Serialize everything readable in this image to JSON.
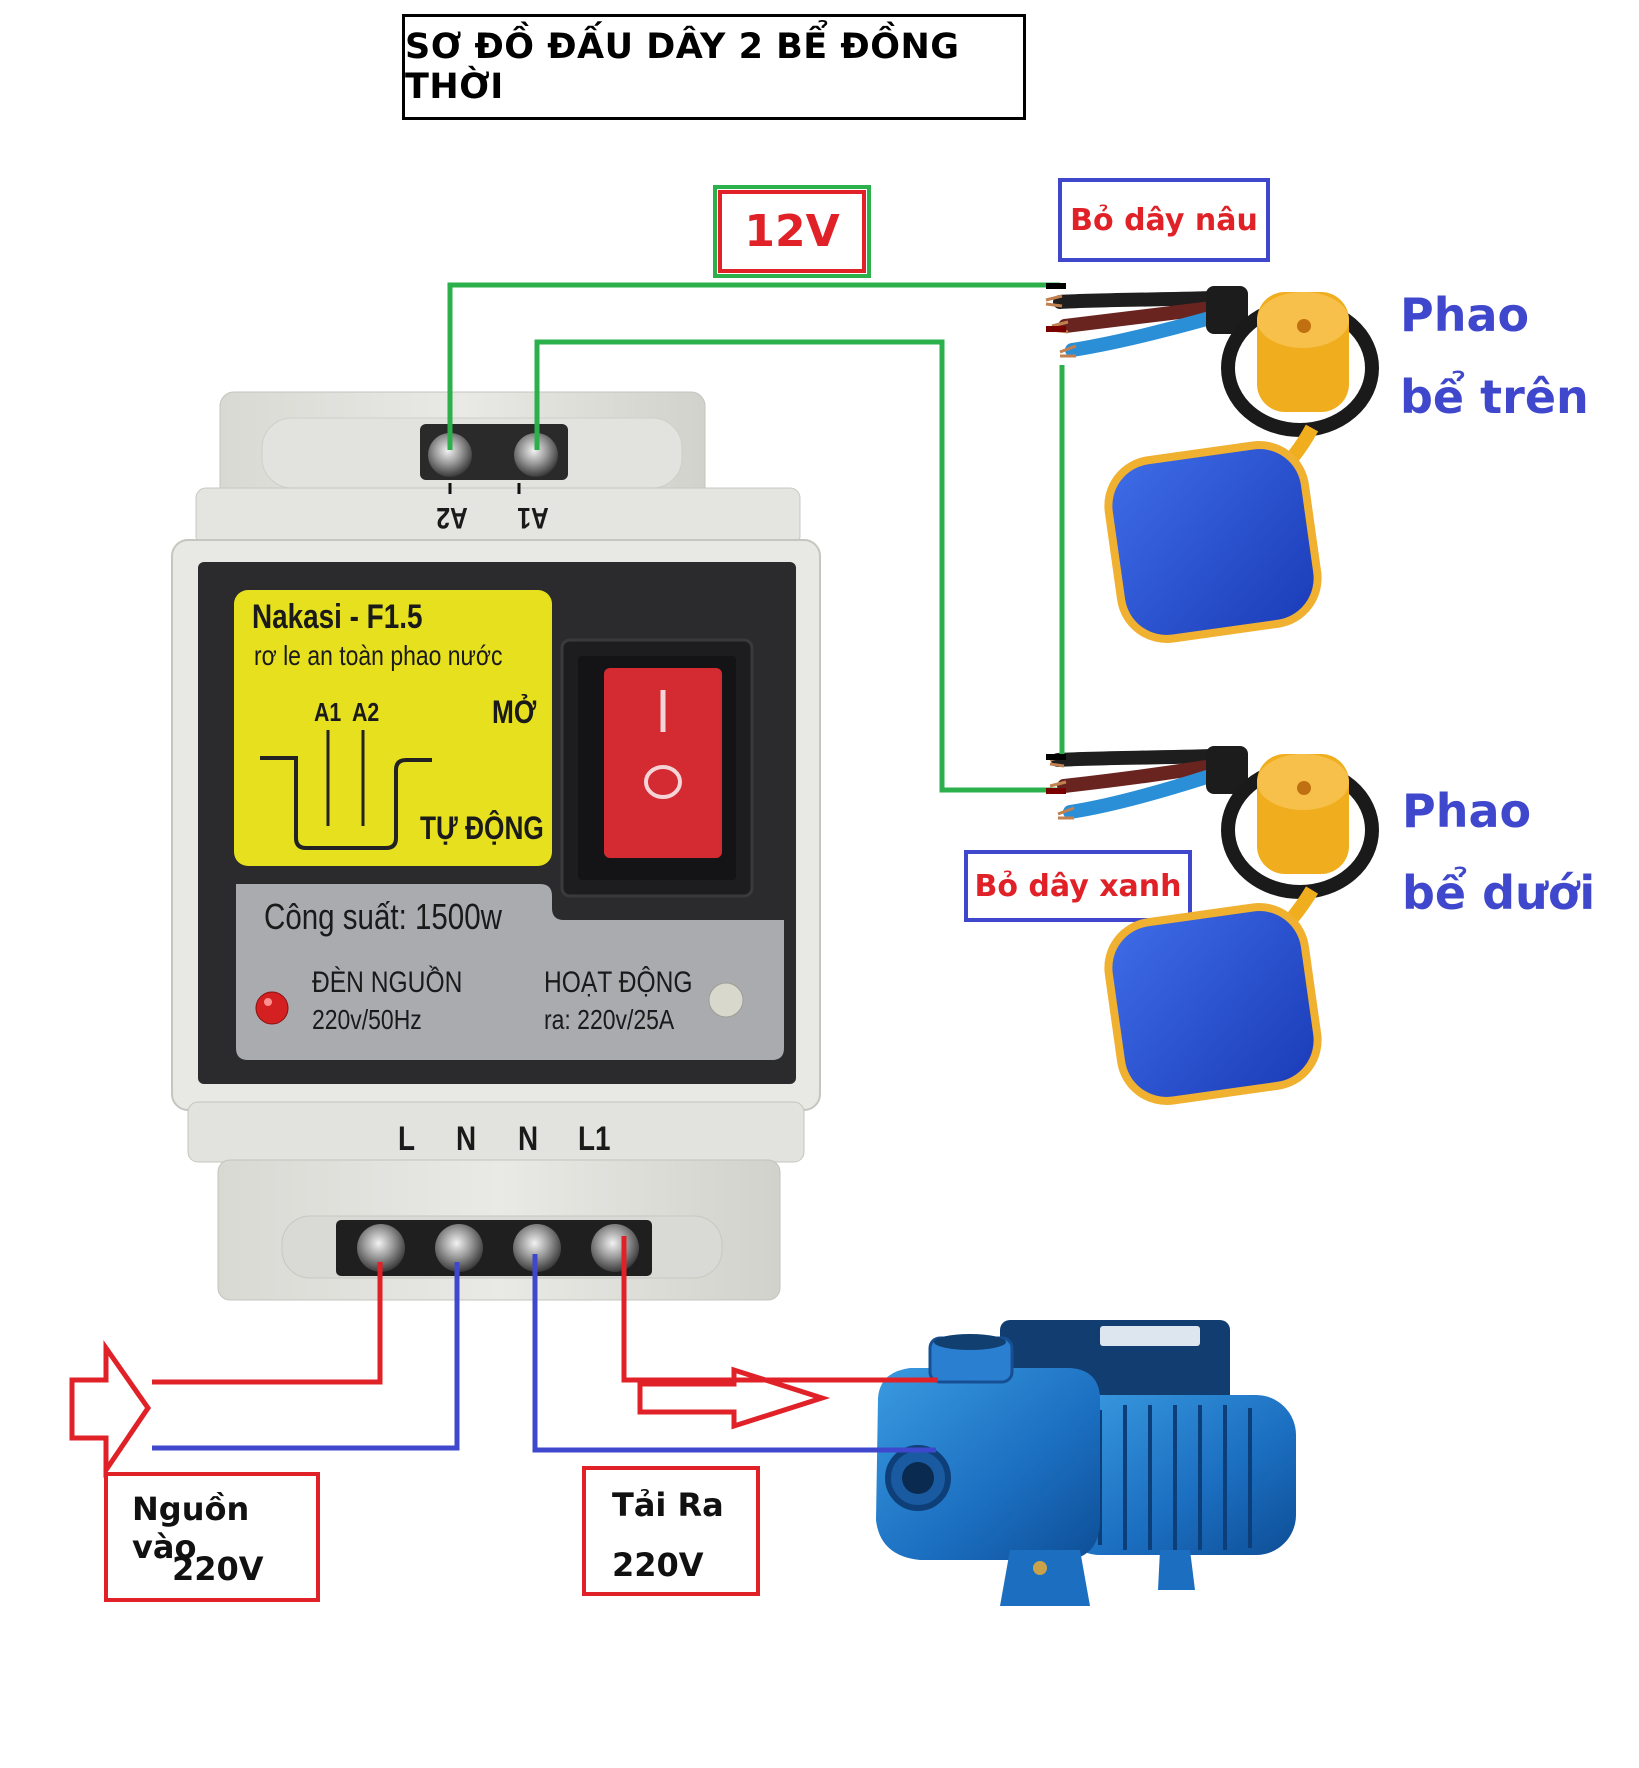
{
  "title": "SƠ ĐỒ ĐẤU DÂY 2 BỂ ĐỒNG THỜI",
  "voltage_label": "12V",
  "notes": {
    "top_float": "Bỏ dây nâu",
    "bottom_float": "Bỏ dây xanh"
  },
  "floats": {
    "top": {
      "line1": "Phao",
      "line2": "bể trên"
    },
    "bottom": {
      "line1": "Phao",
      "line2": "bể dưới"
    }
  },
  "device": {
    "top_terminals": [
      "A2",
      "A1"
    ],
    "brand": "Nakasi - F1.5",
    "subtitle": "rơ le an toàn phao nước",
    "diagram_labels": {
      "a1": "A1",
      "a2": "A2",
      "open": "MỞ",
      "auto": "TỰ ĐỘNG"
    },
    "switch_symbols": {
      "on": "I",
      "off": "O"
    },
    "power_rating": "Công suất: 1500w",
    "power_led": {
      "label": "ĐÈN NGUỒN",
      "spec": "220v/50Hz"
    },
    "active_led": {
      "label": "HOẠT ĐỘNG",
      "spec": "ra: 220v/25A"
    },
    "bottom_terminals": [
      "L",
      "N",
      "N",
      "L1"
    ]
  },
  "labels": {
    "input": {
      "line1": "Nguồn vào",
      "line2": "220V"
    },
    "output": {
      "line1": "Tải Ra",
      "line2": "220V"
    }
  },
  "colors": {
    "live_wire": "#e02228",
    "neutral_wire": "#3f48cc",
    "signal_wire": "#2bb04b",
    "note_border": "#3f48cc"
  }
}
